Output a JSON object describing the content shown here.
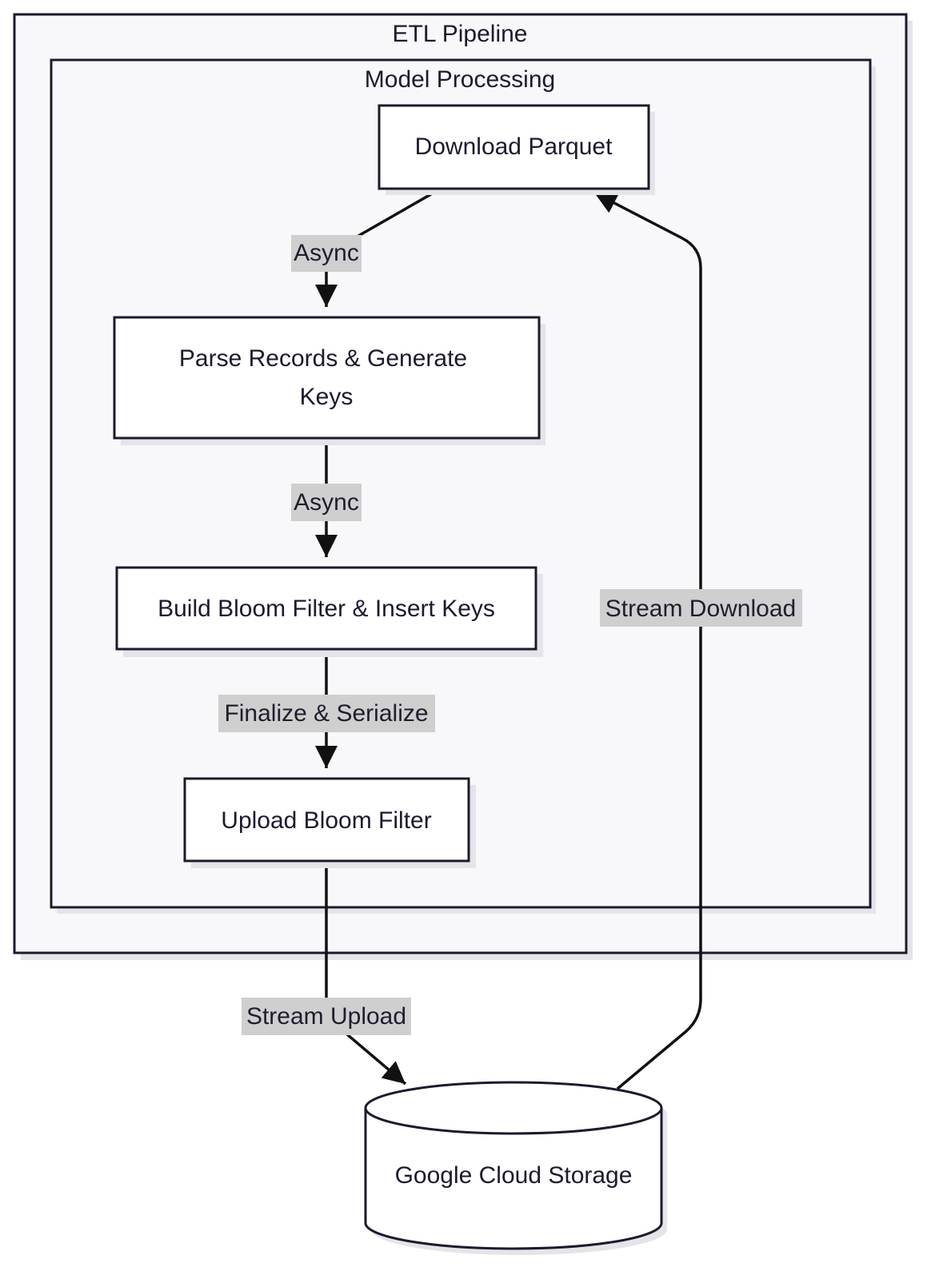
{
  "clusters": {
    "outer": {
      "title": "ETL Pipeline"
    },
    "inner": {
      "title": "Model Processing"
    }
  },
  "nodes": {
    "download": {
      "label": "Download Parquet"
    },
    "parse": {
      "line1": "Parse Records & Generate",
      "line2": "Keys"
    },
    "build": {
      "label": "Build Bloom Filter & Insert Keys"
    },
    "upload": {
      "label": "Upload Bloom Filter"
    },
    "storage": {
      "label": "Google Cloud Storage"
    }
  },
  "edges": {
    "download_to_parse": {
      "label": "Async"
    },
    "parse_to_build": {
      "label": "Async"
    },
    "build_to_upload": {
      "label": "Finalize & Serialize"
    },
    "upload_to_storage": {
      "label": "Stream Upload"
    },
    "storage_to_download": {
      "label": "Stream Download"
    }
  }
}
